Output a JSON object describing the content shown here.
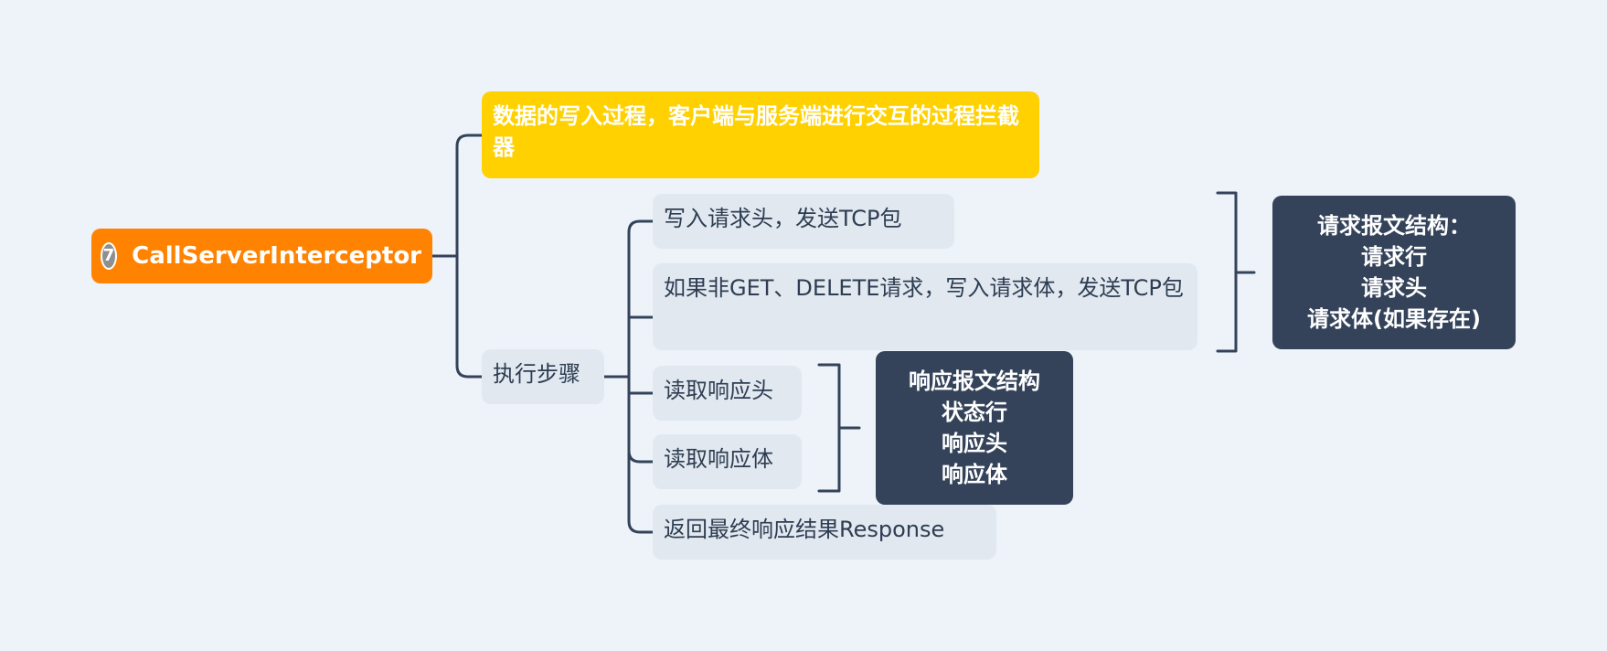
{
  "root": {
    "badge": "7",
    "label": "CallServerInterceptor"
  },
  "description": "数据的写入过程，客户端与服务端进行交互的过程拦截器",
  "steps": {
    "label": "执行步骤",
    "items": [
      "写入请求头，发送TCP包",
      "如果非GET、DELETE请求，写入请求体，发送TCP包",
      "读取响应头",
      "读取响应体",
      "返回最终响应结果Response"
    ]
  },
  "request_structure": {
    "lines": [
      "请求报文结构：",
      "请求行",
      "请求头",
      "请求体(如果存在)"
    ]
  },
  "response_structure": {
    "lines": [
      "响应报文结构",
      "状态行",
      "响应头",
      "响应体"
    ]
  },
  "colors": {
    "background": "#edf3f9",
    "root": "#ff8200",
    "highlight": "#ffd100",
    "dark_box": "#34435a",
    "branch": "#e1e8f0",
    "connector": "#34435a"
  }
}
